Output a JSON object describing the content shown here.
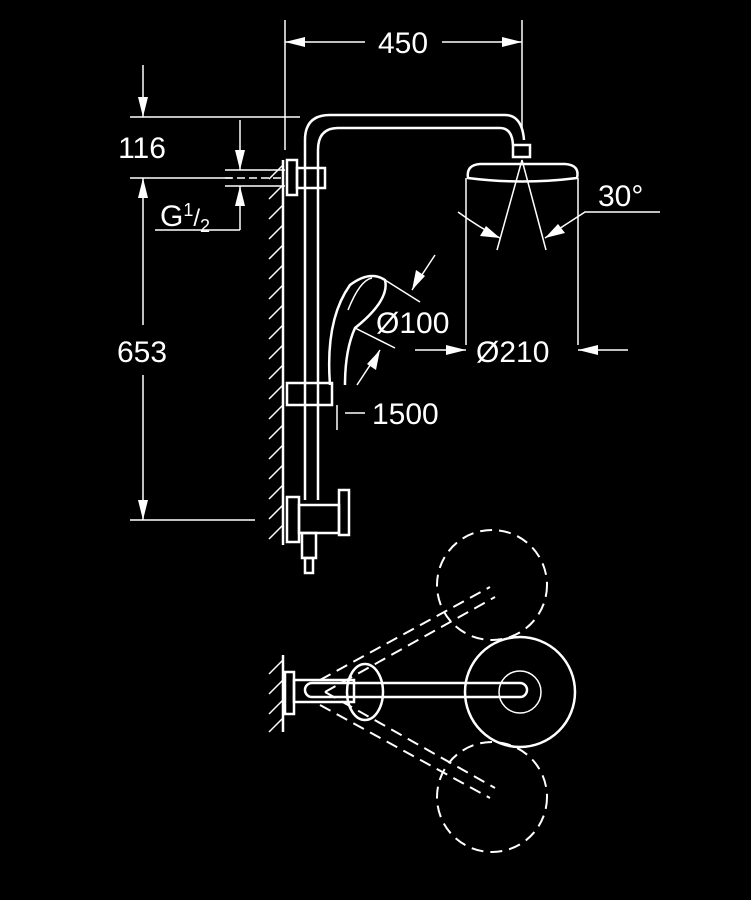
{
  "drawing": {
    "dimensions": {
      "width_top": "450",
      "inlet_offset": "116",
      "thread": "G",
      "thread_num": "1",
      "thread_den": "2",
      "height": "653",
      "spray_angle": "30°",
      "hand_shower_diameter": "Ø100",
      "head_shower_diameter": "Ø210",
      "hose_length": "1500"
    },
    "colors": {
      "background": "#000000",
      "lines": "#ffffff"
    }
  }
}
